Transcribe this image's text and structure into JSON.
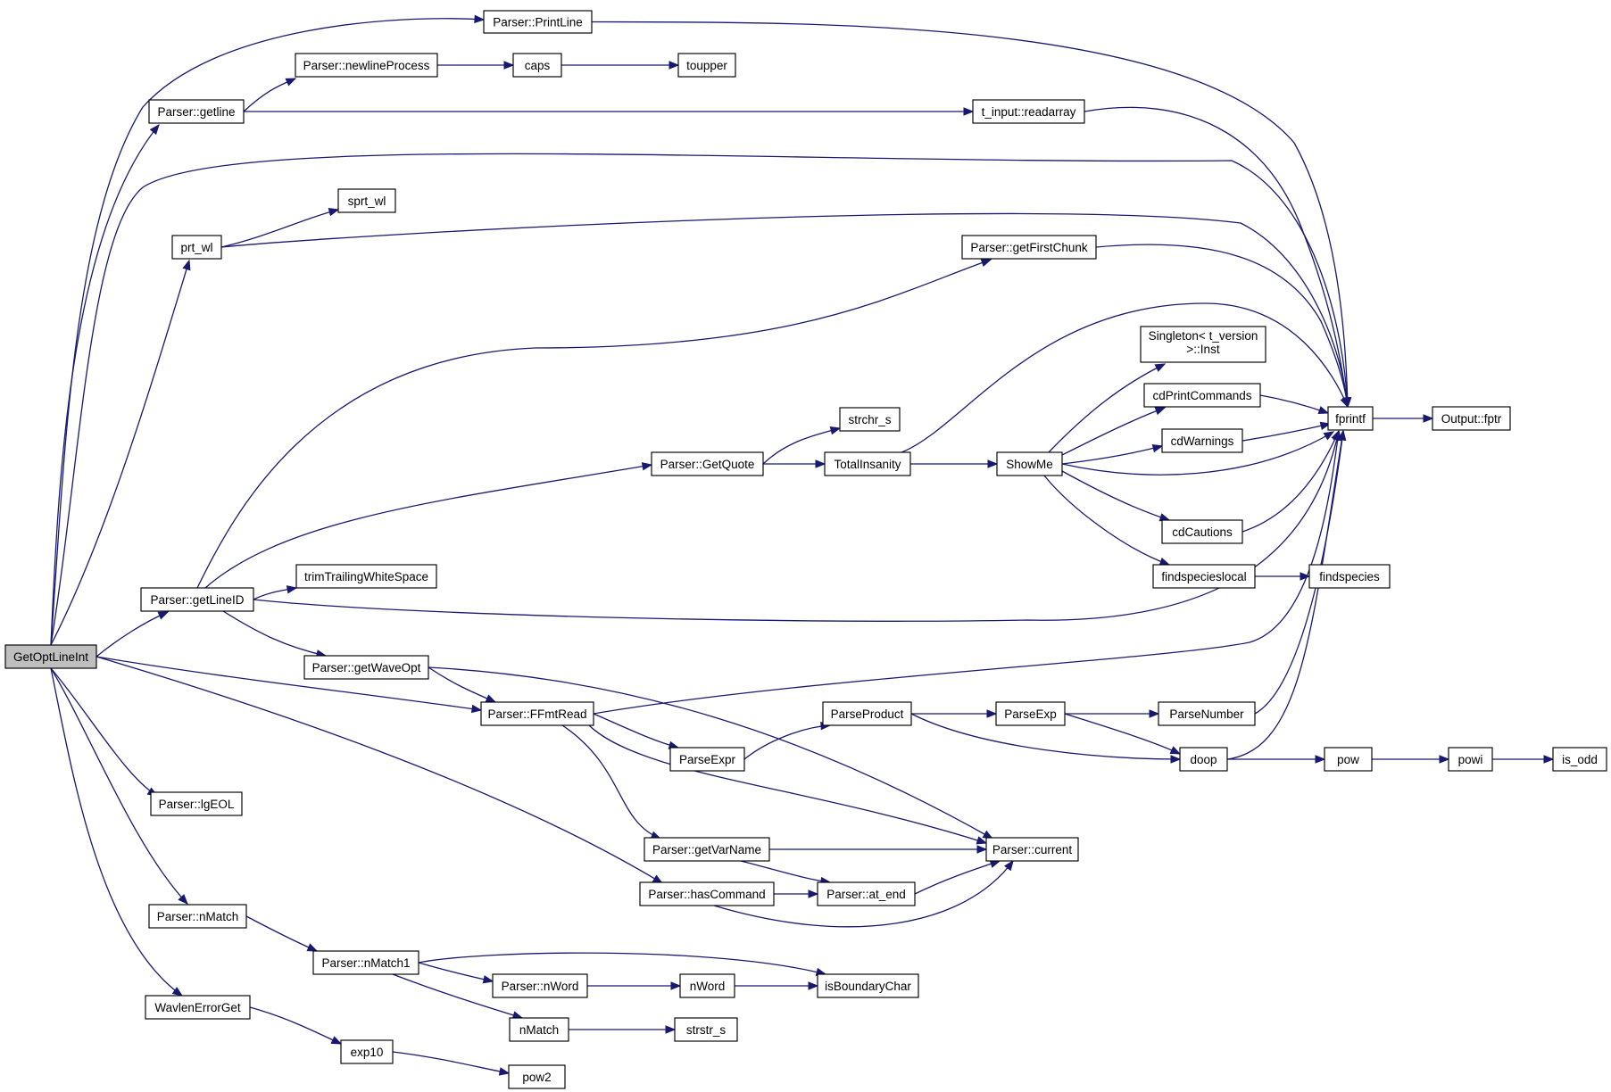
{
  "colors": {
    "node_fill": "#ffffff",
    "root_fill": "#bfbfbf",
    "border": "#000000",
    "edge": "#191970"
  },
  "nodes": {
    "n_root": "GetOptLineInt",
    "n_printline": "Parser::PrintLine",
    "n_getline": "Parser::getline",
    "n_newline": "Parser::newlineProcess",
    "n_caps": "caps",
    "n_toupper": "toupper",
    "n_readarray": "t_input::readarray",
    "n_prtwl": "prt_wl",
    "n_sprtwl": "sprt_wl",
    "n_getfirstchunk": "Parser::getFirstChunk",
    "n_singleton_l1": "Singleton< t_version",
    "n_singleton_l2": ">::Inst",
    "n_cdprint": "cdPrintCommands",
    "n_fprintf": "fprintf",
    "n_fptr": "Output::fptr",
    "n_strchr": "strchr_s",
    "n_cdwarn": "cdWarnings",
    "n_getquote": "Parser::GetQuote",
    "n_totalinsanity": "TotalInsanity",
    "n_showme": "ShowMe",
    "n_cdcaut": "cdCautions",
    "n_findlocal": "findspecieslocal",
    "n_findspecies": "findspecies",
    "n_getlineid": "Parser::getLineID",
    "n_trim": "trimTrailingWhiteSpace",
    "n_getwaveopt": "Parser::getWaveOpt",
    "n_ffmtread": "Parser::FFmtRead",
    "n_parseproduct": "ParseProduct",
    "n_parseexp": "ParseExp",
    "n_parsenumber": "ParseNumber",
    "n_parseexpr": "ParseExpr",
    "n_doop": "doop",
    "n_pow": "pow",
    "n_powi": "powi",
    "n_isodd": "is_odd",
    "n_igeol": "Parser::lgEOL",
    "n_getvarname": "Parser::getVarName",
    "n_current": "Parser::current",
    "n_hascommand": "Parser::hasCommand",
    "n_atend": "Parser::at_end",
    "n_nmatch": "Parser::nMatch",
    "n_nmatch1": "Parser::nMatch1",
    "n_isboundary": "isBoundaryChar",
    "n_pnword": "Parser::nWord",
    "n_nword": "nWord",
    "n_nmatchfn": "nMatch",
    "n_strstr": "strstr_s",
    "n_wavlen": "WavlenErrorGet",
    "n_exp10": "exp10",
    "n_pow2": "pow2"
  }
}
